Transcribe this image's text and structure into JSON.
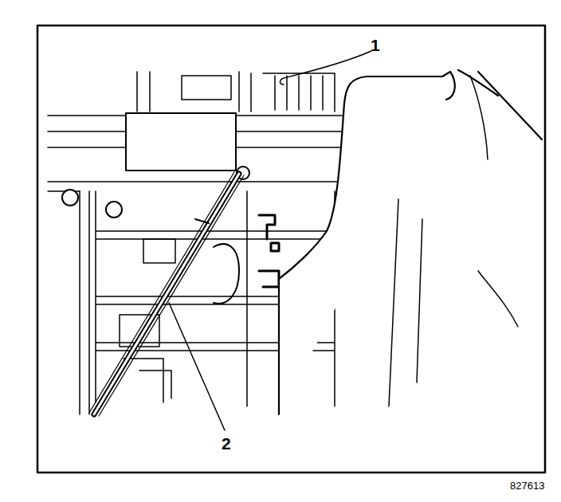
{
  "diagram": {
    "labels": [
      "1",
      "2",
      "827613"
    ]
  }
}
